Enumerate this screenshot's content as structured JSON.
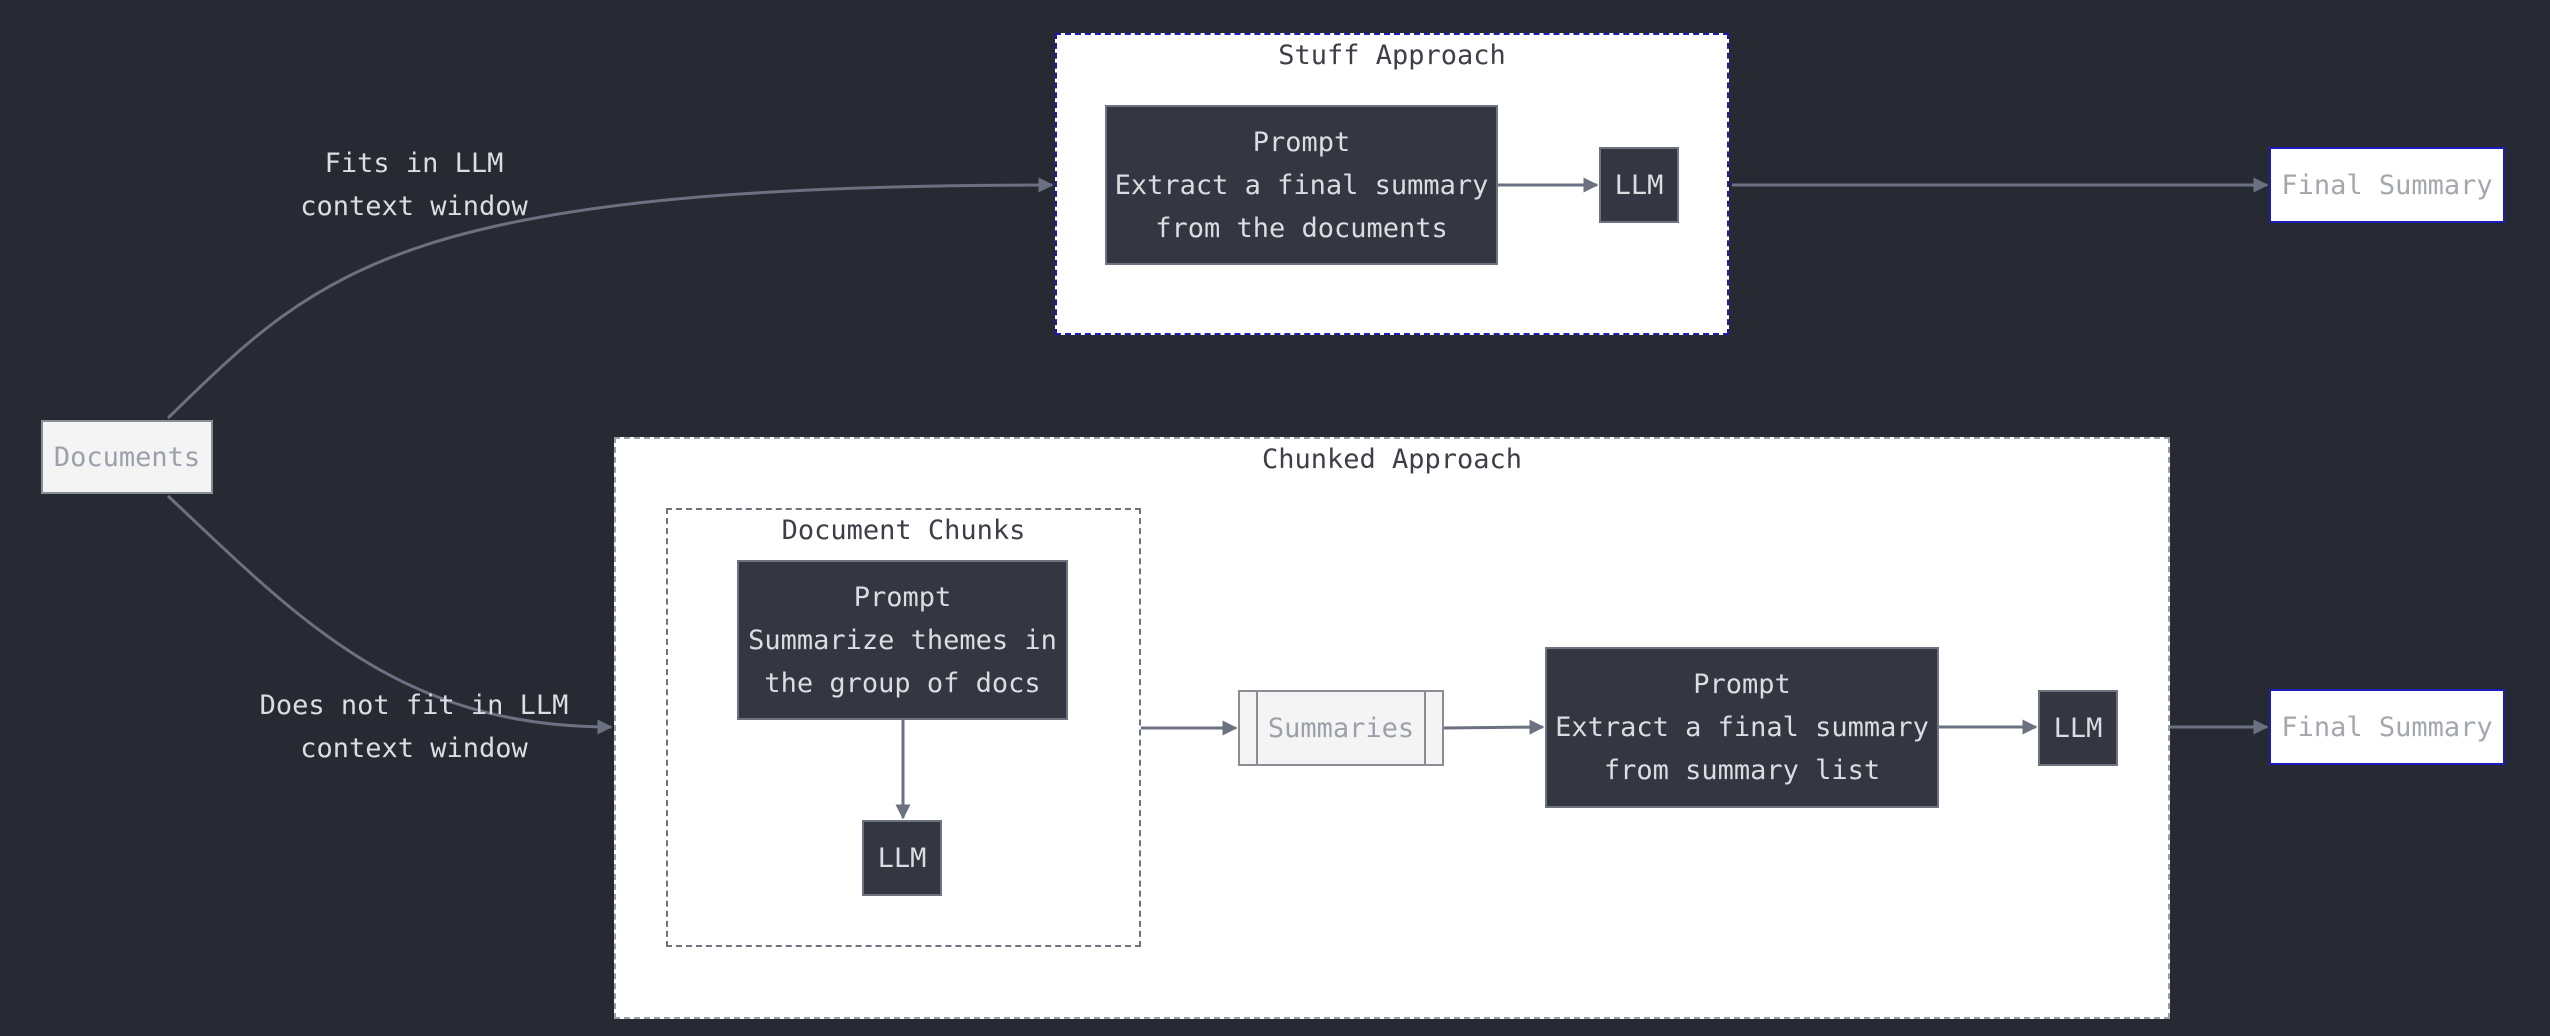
{
  "nodes": {
    "documents": "Documents",
    "stuff_prompt": "Prompt\nExtract a final summary\nfrom the documents",
    "stuff_llm": "LLM",
    "stuff_final": "Final Summary",
    "chunk_prompt": "Prompt\nSummarize themes in\nthe group of docs",
    "chunk_llm": "LLM",
    "summaries": "Summaries",
    "final_prompt": "Prompt\nExtract a final summary\nfrom summary list",
    "final_llm": "LLM",
    "chunked_final": "Final Summary"
  },
  "clusters": {
    "stuff": "Stuff Approach",
    "chunked": "Chunked Approach",
    "document_chunks": "Document Chunks"
  },
  "edge_labels": {
    "fits": "Fits in LLM\ncontext window",
    "does_not_fit": "Does not fit in LLM\ncontext window"
  },
  "colors": {
    "background": "#272a33",
    "edge": "#6b7180",
    "cluster_fill": "#ffffff",
    "stuff_cluster_border": "#1c1cb8",
    "node_dark": "#343741"
  }
}
